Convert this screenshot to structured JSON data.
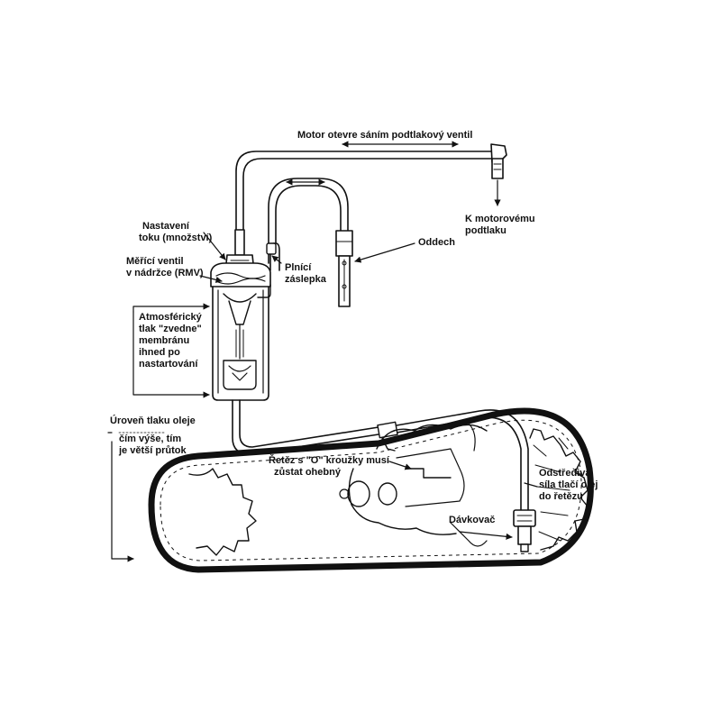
{
  "labels": {
    "motor_vent": "Motor otevre sáním podtlakový ventil",
    "k_motor_1": "K motorovému",
    "k_motor_2": "podtlaku",
    "oddech": "Oddech",
    "nastaveni_1": "Nastavení",
    "nastaveni_2": "toku (množství)",
    "merici_1": "Měřící ventil",
    "merici_2": "v nádržce (RMV)",
    "plnici_1": "Plnící",
    "plnici_2": "záslepka",
    "atmos_1": "Atmosférický",
    "atmos_2": "tlak \"zvedne\"",
    "atmos_3": "membránu",
    "atmos_4": "ihned po",
    "atmos_5": "nastartování",
    "uroven_1": "Úroveň tlaku oleje",
    "uroven_2": "čím výše, tím",
    "uroven_3": "je větší průtok",
    "retez_1": "Řetěz s \"O\" kroužky musí",
    "retez_2": "zůstat ohebný",
    "odstrediva_1": "Odstředivá",
    "odstrediva_2": "síla tlačí olej",
    "odstrediva_3": "do řetězu",
    "davkovac": "Dávkovač"
  },
  "colors": {
    "ink": "#111111",
    "paper": "#ffffff"
  }
}
